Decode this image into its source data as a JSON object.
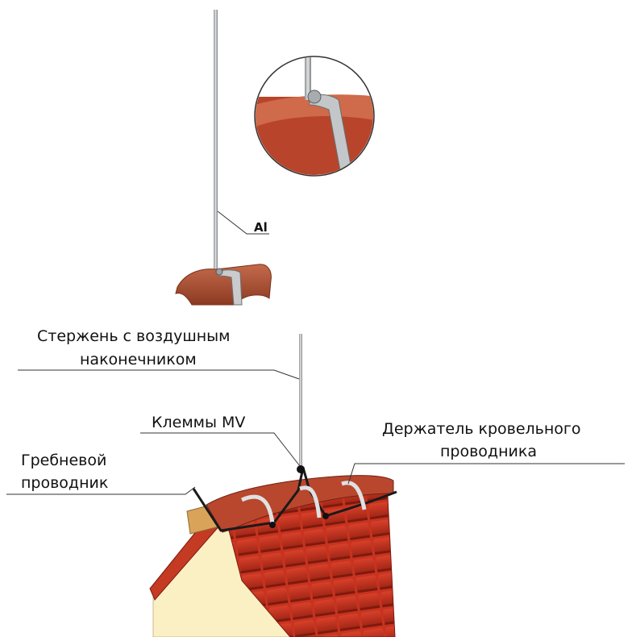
{
  "labels": {
    "al": "Al",
    "rod_line1": "Стержень с воздушным",
    "rod_line2": "наконечником",
    "clamps": "Клеммы MV",
    "holder_line1": "Держатель кровельного",
    "holder_line2": "проводника",
    "ridge_line1": "Гребневой",
    "ridge_line2": "проводник"
  },
  "colors": {
    "tile": "#c8321f",
    "tile_dark": "#8a1f12",
    "ridge_tile": "#a8452d",
    "gable": "#fbf1c8",
    "wood": "#d9a35a",
    "metal": "#b9bcbe",
    "line": "#333333"
  }
}
